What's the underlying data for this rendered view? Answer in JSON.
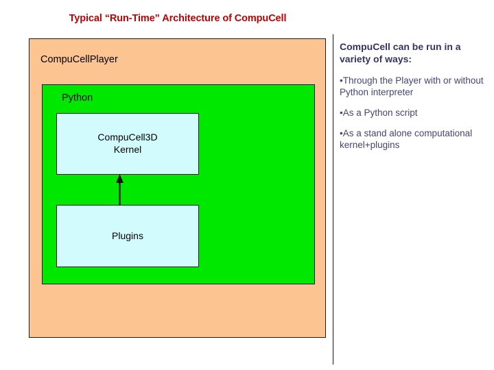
{
  "slide": {
    "title": "Typical “Run-Time” Architecture of CompuCell"
  },
  "diagram": {
    "outer_box": {
      "label": "CompuCellPlayer",
      "color": "#FBC490"
    },
    "python_box": {
      "label": "Python",
      "color": "#00E800"
    },
    "kernel_box": {
      "label": "CompuCell3D\nKernel",
      "color": "#D2FBFE"
    },
    "plugins_box": {
      "label": "Plugins",
      "color": "#D2FBFE"
    },
    "arrow": {
      "name": "plugins-to-kernel-arrow",
      "direction": "up",
      "color": "#111111"
    }
  },
  "right_column": {
    "heading": "CompuCell can be run in a variety of ways:",
    "bullets": [
      {
        "marker": "•",
        "text": "Through the Player with or without Python interpreter"
      },
      {
        "marker": "•",
        "text": "As a Python script"
      },
      {
        "marker": "•",
        "text": "As a stand alone computational kernel+plugins"
      }
    ]
  },
  "colors": {
    "title": "#C00000",
    "heading": "#333366",
    "bullet": "#444477",
    "outline": "#1a1a1a",
    "background": "#ffffff"
  }
}
